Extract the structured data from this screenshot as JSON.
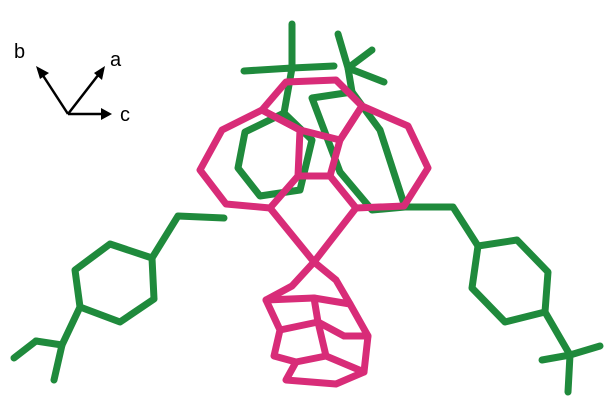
{
  "axes": {
    "a_label": "a",
    "b_label": "b",
    "c_label": "c"
  },
  "colors": {
    "green_fragment": "#1f8a3c",
    "pink_fragment": "#d82c78",
    "axis": "#000000",
    "background": "#ffffff"
  },
  "molecule": {
    "green_fragment_name": "",
    "pink_fragment_name": ""
  }
}
